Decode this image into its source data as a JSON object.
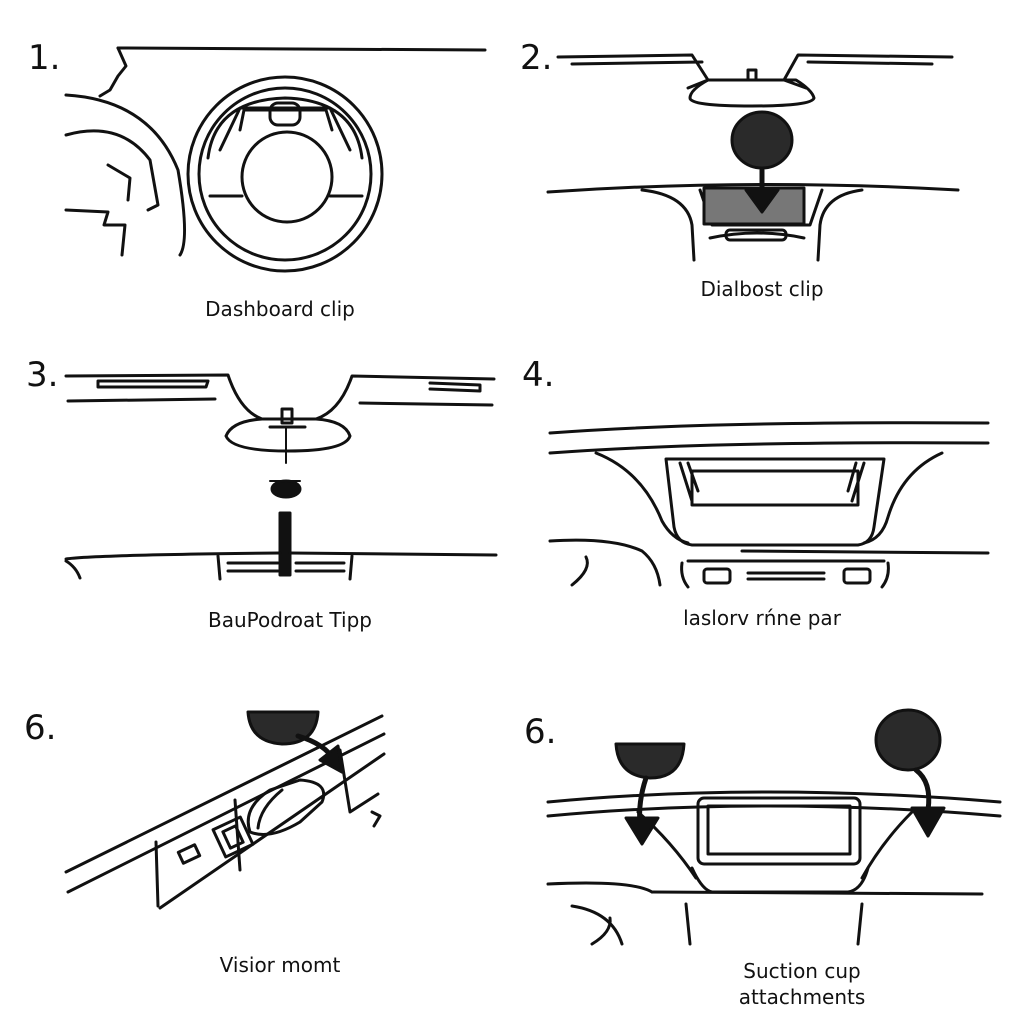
{
  "panels": [
    {
      "number": "1.",
      "caption": "Dashboard clip"
    },
    {
      "number": "2.",
      "caption": "Dialbost clip"
    },
    {
      "number": "3.",
      "caption": "BauPodroat Tipp"
    },
    {
      "number": "4.",
      "caption": "laslorv rńne par"
    },
    {
      "number": "6.",
      "caption": "Visior momt"
    },
    {
      "number": "6.",
      "caption_line1": "Suction cup",
      "caption_line2": "attachments"
    }
  ],
  "colors": {
    "line": "#111111",
    "fill_dark": "#2a2a2a",
    "fill_mid": "#777777",
    "background": "#ffffff"
  }
}
